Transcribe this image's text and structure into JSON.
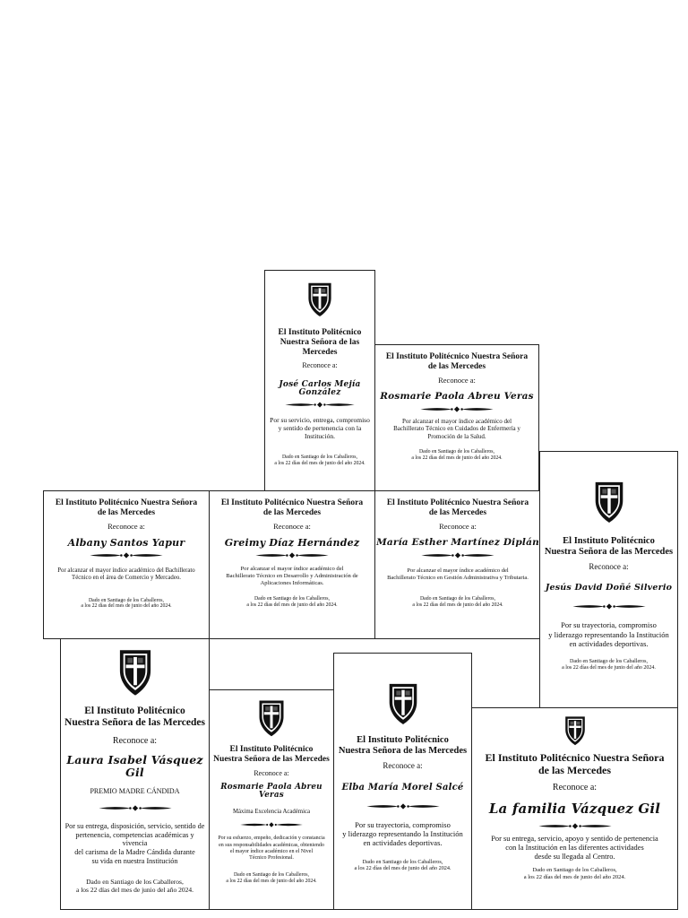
{
  "institution_short": "El Instituto Politécnico",
  "institution_line2": "Nuestra Señora de las Mercedes",
  "institution_full_line1": "El Instituto Politécnico Nuestra Señora",
  "institution_full_line2": "de las Mercedes",
  "recognizes": "Reconoce a:",
  "dado_line1": "Dado en Santiago de los Caballeros,",
  "dado_line2": "a los 22 días del mes de junio del año 2024.",
  "cards": {
    "jose": {
      "name": "José Carlos Mejía González",
      "desc": [
        "Por su servicio, entrega, compromiso",
        "y sentido de pertenencia con la",
        "Institución."
      ]
    },
    "rosmarie_top": {
      "name": "Rosmarie Paola Abreu Veras",
      "desc": [
        "Por alcanzar el mayor índice académico del",
        "Bachillerato Técnico en Cuidados de Enfermería y",
        "Promoción de la Salud."
      ]
    },
    "albany": {
      "name": "Albany Santos Yapur",
      "desc": [
        "Por alcanzar el mayor índice académico del Bachillerato",
        "Técnico en el área de Comercio y Mercadeo."
      ]
    },
    "greimy": {
      "name": "Greimy Díaz Hernández",
      "desc": [
        "Por alcanzar el mayor índice académico del",
        "Bachillerato Técnico en Desarrollo y Administración de",
        "Aplicaciones Informáticas."
      ]
    },
    "maria": {
      "name": "María Esther Martínez Diplán",
      "desc": [
        "Por alcanzar el mayor índice académico del",
        "Bachillerato Técnico en Gestión Administrativa y Tributaria."
      ]
    },
    "jesus": {
      "name": "Jesús David Doñé Silverio",
      "desc": [
        "Por su trayectoria, compromiso",
        "y liderazgo representando la Institución",
        "en actividades deportivas."
      ]
    },
    "laura": {
      "name": "Laura Isabel Vásquez Gil",
      "award": "PREMIO MADRE CÁNDIDA",
      "desc": [
        "Por su entrega, disposición, servicio, sentido de",
        "pertenencia, competencias académicas y vivencia",
        "del carisma de la Madre Cándida durante",
        "su vida en nuestra Institución"
      ]
    },
    "rosmarie_bottom": {
      "name": "Rosmarie Paola Abreu Veras",
      "award": "Máxima Excelencia Académica",
      "desc": [
        "Por su esfuerzo, empeño, dedicación y constancia",
        "en sus responsabilidades académicas, obteniendo",
        "el mayor índice académico en el Nivel",
        "Técnico Profesional."
      ]
    },
    "elba": {
      "name": "Elba María Morel Salcé",
      "desc": [
        "Por su trayectoria, compromiso",
        "y liderazgo representando la Institución",
        "en actividades deportivas."
      ]
    },
    "familia": {
      "name": "La familia Vázquez Gil",
      "desc": [
        "Por su entrega, servicio, apoyo y sentido de pertenencia",
        "con la Institución en las diferentes actividades",
        "desde su llegada al Centro."
      ]
    }
  }
}
